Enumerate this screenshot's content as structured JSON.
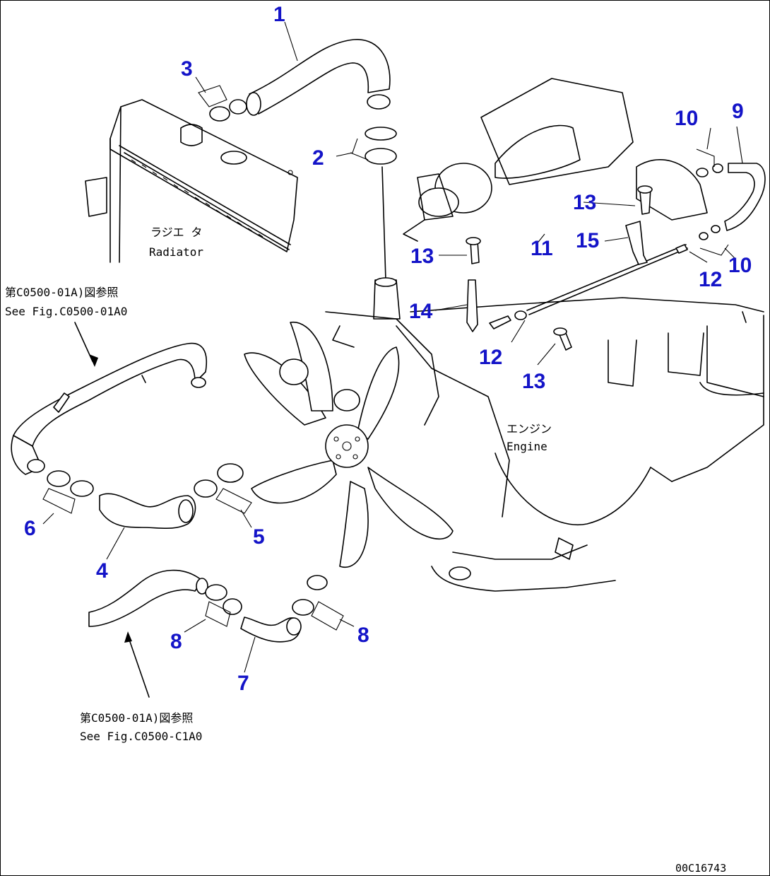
{
  "drawing_code": "00C16743",
  "notes": {
    "radiator_jp": "ラジエ タ",
    "radiator_en": "Radiator",
    "engine_jp": "エンジン",
    "engine_en": "Engine",
    "ref_top_jp": "第C0500-01A)図参照",
    "ref_top_en": "See Fig.C0500-01A0",
    "ref_bottom_jp": "第C0500-01A)図参照",
    "ref_bottom_en": "See Fig.C0500-C1A0"
  },
  "callouts": [
    "1",
    "2",
    "3",
    "4",
    "5",
    "6",
    "7",
    "8",
    "8",
    "9",
    "10",
    "10",
    "11",
    "12",
    "12",
    "13",
    "13",
    "13",
    "14",
    "15"
  ],
  "colors": {
    "callout": "#1414c8",
    "line": "#000000",
    "background": "#ffffff"
  }
}
